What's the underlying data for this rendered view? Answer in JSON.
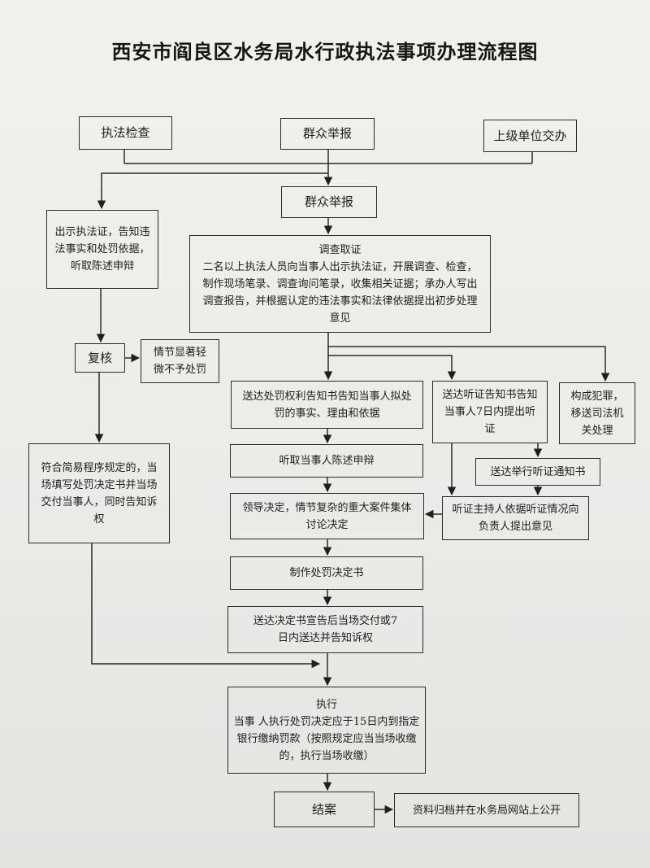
{
  "title": "西安市阎良区水务局水行政执法事项办理流程图",
  "nodes": {
    "inspection": "执法检查",
    "public_report_top": "群众举报",
    "superior_assign": "上级单位交办",
    "public_report": "群众举报",
    "show_certificate": "出示执法证，告知违法事实和处罚依据，听取陈述申辩",
    "investigation": {
      "title": "调查取证",
      "body": "二名以上执法人员向当事人出示执法证，开展调查、检查，制作现场笔录、调查询问笔录，收集相关证据；承办人写出调查报告，并根据认定的违法事实和法律依据提出初步处理意见"
    },
    "review": "复核",
    "minor_no_penalty": "情节显著轻微不予处罚",
    "deliver_rights_notice": "送达处罚权利告知书告知当事人拟处罚的事实、理由和依据",
    "hearing_notice": "送达听证告知书告知当事人7日内提出听证",
    "crime_transfer": "构成犯罪，移送司法机关处理",
    "simple_procedure": "符合简易程序规定的，当场填写处罚决定书并当场交付当事人，同时告知诉权",
    "hear_statement": "听取当事人陈述申辩",
    "hearing_hold_notice": "送达举行听证通知书",
    "leader_decision": "领导决定，情节复杂的重大案件集体讨论决定",
    "hearing_host_opinion": "听证主持人依据听证情况向负责人提出意见",
    "make_decision": "制作处罚决定书",
    "deliver_decision": "送达决定书宣告后当场交付或7日内送达并告知诉权",
    "execute": {
      "title": "执行",
      "body": "当事 人执行处罚决定应于15日内到指定银行缴纳罚款（按照规定应当当场收缴的，执行当场收缴）"
    },
    "close_case": "结案",
    "archive_publish": "资料归档并在水务局网站上公开"
  }
}
